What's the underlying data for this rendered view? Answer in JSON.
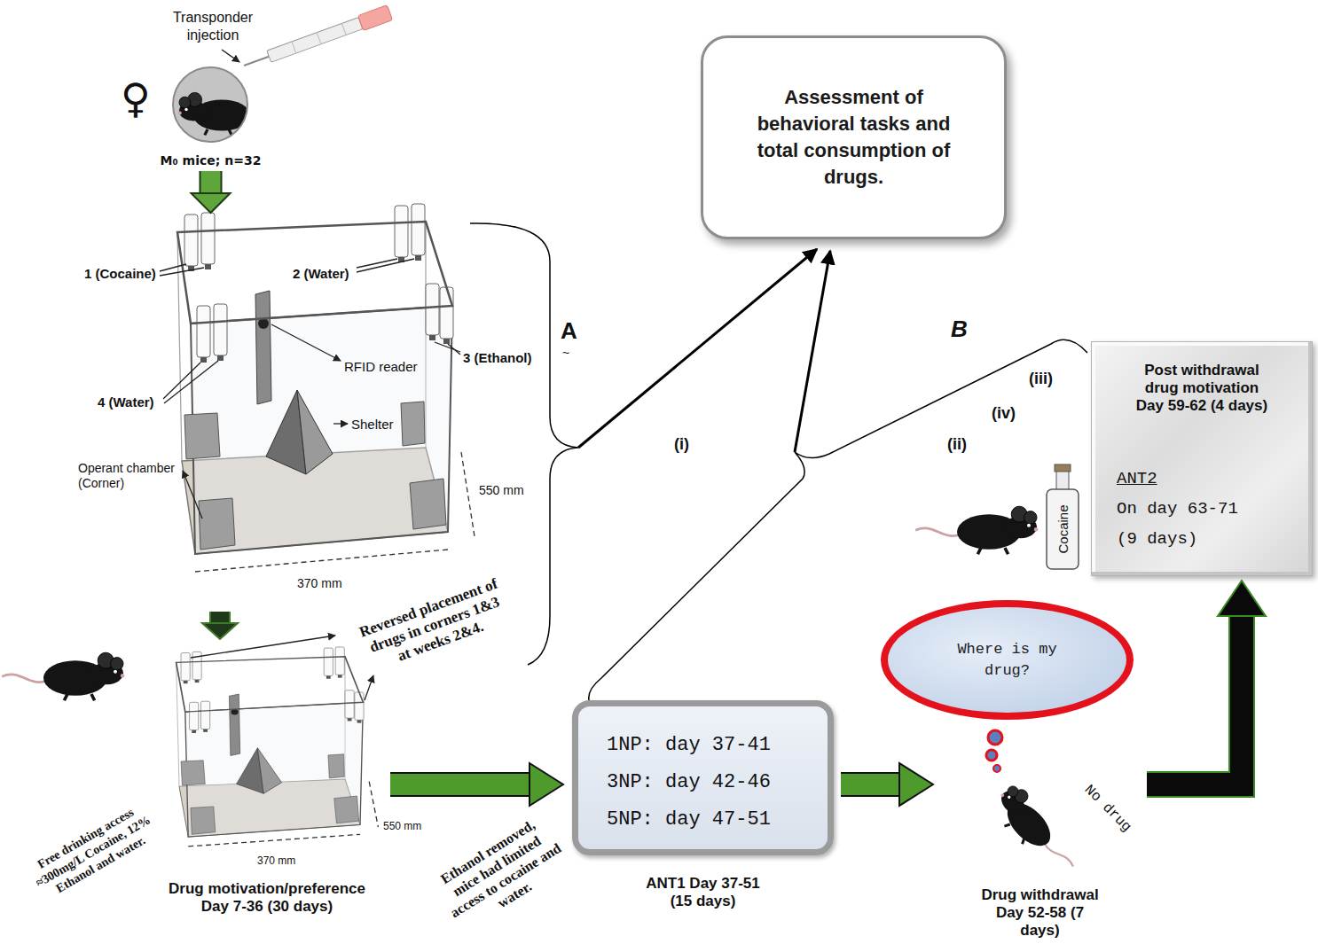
{
  "diagram": {
    "nodes": [
      {
        "text": [
          "Assessment of behavioral tasks and total consumption of drugs."
        ]
      },
      {
        "text": [
          "M₀ mice; n=32"
        ]
      },
      {
        "text": [
          "1 (Cocaine)",
          "2 (Water)",
          "3 (Ethanol)",
          "4 (Water)"
        ]
      },
      {
        "text": [
          "Drug motivation/preference Day 7-36 (30 days)"
        ]
      },
      {
        "text": [
          "1NP: day 37-41",
          "3NP: day 42-46",
          "5NP: day 47-51",
          "ANT1 Day 37-51 (15 days)"
        ]
      },
      {
        "text": [
          "Where is my drug?"
        ]
      },
      {
        "text": [
          "Drug withdrawal Day 52-58 (7 days)"
        ]
      },
      {
        "text": [
          "Post withdrawal drug motivation Day 59-62 (4 days)",
          "ANT2",
          "On day 63-71 (9 days)"
        ]
      }
    ],
    "edges": [
      {
        "from": 1,
        "to": 2,
        "arrow": "to"
      },
      {
        "from": 2,
        "to": 3,
        "arrow": "to"
      },
      {
        "from": 3,
        "to": 4,
        "arrow": "to"
      },
      {
        "from": 4,
        "to": 6,
        "arrow": "to"
      },
      {
        "from": 6,
        "to": 7,
        "arrow": "to"
      }
    ],
    "labels": [
      "Transponder injection",
      "♀",
      "RFID reader",
      "Shelter",
      "Operant chamber (Corner)",
      "550 mm",
      "370 mm",
      "550 mm",
      "370 mm",
      "Reversed placement of drugs in corners 1&3 at weeks 2&4.",
      "Free drinking access ≈300mg/L Cocaine, 12% Ethanol and water.",
      "Ethanol removed, mice had limited access to cocaine and water.",
      "A",
      "~",
      "B",
      "(iii)",
      "(iv)",
      "(i)",
      "(ii)",
      "No drug",
      "Cocaine"
    ]
  }
}
